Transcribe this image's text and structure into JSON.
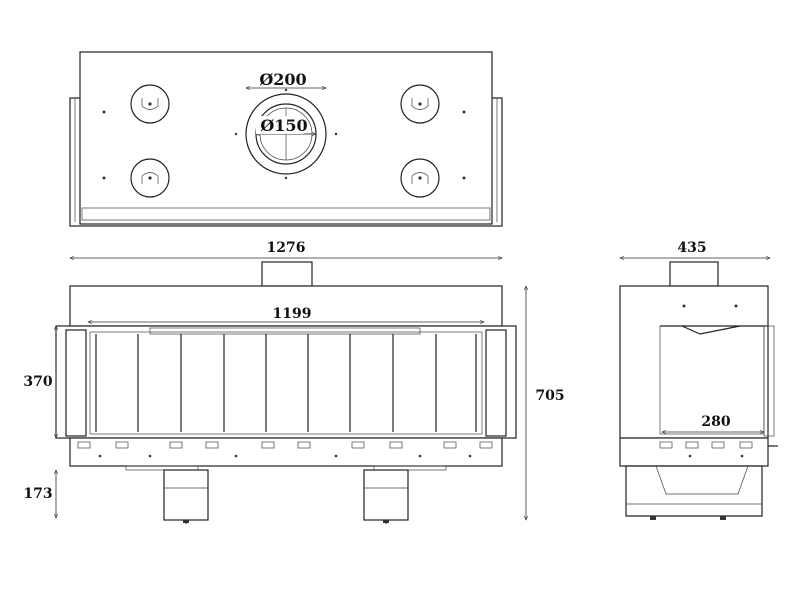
{
  "dimensions": {
    "flue_outer": "Ø200",
    "flue_inner": "Ø150",
    "overall_width": "1276",
    "opening_width": "1199",
    "glass_height": "370",
    "overall_height": "705",
    "leg_height": "173",
    "overall_depth": "435",
    "inner_depth": "280"
  },
  "colors": {
    "line": "#222222",
    "background": "#ffffff"
  }
}
